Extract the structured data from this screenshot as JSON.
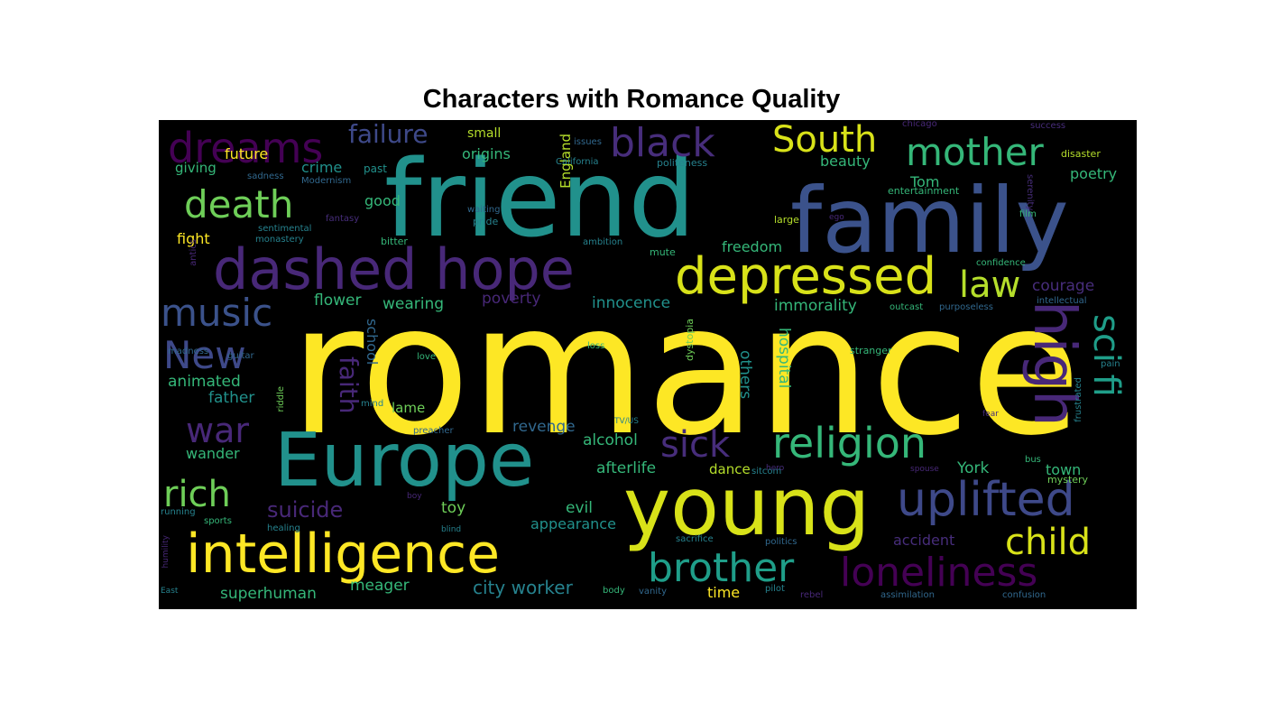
{
  "chart_data": {
    "type": "wordcloud",
    "title": "Characters with Romance Quality",
    "colormap": "viridis",
    "background": "#000000",
    "words": [
      {
        "text": "romance",
        "weight": 1.0,
        "color": "#fde725"
      },
      {
        "text": "friend",
        "weight": 0.72,
        "color": "#21918c"
      },
      {
        "text": "family",
        "weight": 0.68,
        "color": "#3b528b"
      },
      {
        "text": "Europe",
        "weight": 0.6,
        "color": "#21918c"
      },
      {
        "text": "young",
        "weight": 0.58,
        "color": "#d8e219"
      },
      {
        "text": "dashed hope",
        "weight": 0.48,
        "color": "#482878"
      },
      {
        "text": "intelligence",
        "weight": 0.45,
        "color": "#fde725"
      },
      {
        "text": "depressed",
        "weight": 0.4,
        "color": "#d8e219"
      },
      {
        "text": "uplifted",
        "weight": 0.38,
        "color": "#3e4989"
      },
      {
        "text": "high",
        "weight": 0.37,
        "color": "#482878"
      },
      {
        "text": "religion",
        "weight": 0.36,
        "color": "#35b779"
      },
      {
        "text": "loneliness",
        "weight": 0.34,
        "color": "#440154"
      },
      {
        "text": "brother",
        "weight": 0.34,
        "color": "#1f9e89"
      },
      {
        "text": "dreams",
        "weight": 0.33,
        "color": "#440154"
      },
      {
        "text": "black",
        "weight": 0.33,
        "color": "#472d7b"
      },
      {
        "text": "mother",
        "weight": 0.32,
        "color": "#35b779"
      },
      {
        "text": "death",
        "weight": 0.31,
        "color": "#6ece58"
      },
      {
        "text": "South",
        "weight": 0.3,
        "color": "#d8e219"
      },
      {
        "text": "child",
        "weight": 0.29,
        "color": "#d8e219"
      },
      {
        "text": "sci fi",
        "weight": 0.29,
        "color": "#1f9e89"
      },
      {
        "text": "New",
        "weight": 0.29,
        "color": "#3e4989"
      },
      {
        "text": "music",
        "weight": 0.28,
        "color": "#3b528b"
      },
      {
        "text": "sick",
        "weight": 0.28,
        "color": "#472d7b"
      },
      {
        "text": "rich",
        "weight": 0.27,
        "color": "#6ece58"
      },
      {
        "text": "law",
        "weight": 0.26,
        "color": "#b5de2b"
      },
      {
        "text": "war",
        "weight": 0.25,
        "color": "#482878"
      },
      {
        "text": "failure",
        "weight": 0.2,
        "color": "#3e4989"
      },
      {
        "text": "faith",
        "weight": 0.2,
        "color": "#482878"
      },
      {
        "text": "suicide",
        "weight": 0.17,
        "color": "#482878"
      },
      {
        "text": "city worker",
        "weight": 0.16,
        "color": "#26828e"
      },
      {
        "text": "hospital",
        "weight": 0.14,
        "color": "#35b779"
      },
      {
        "text": "animated",
        "weight": 0.13,
        "color": "#35b779"
      },
      {
        "text": "father",
        "weight": 0.13,
        "color": "#21918c"
      },
      {
        "text": "revenge",
        "weight": 0.13,
        "color": "#31688e"
      },
      {
        "text": "alcohol",
        "weight": 0.13,
        "color": "#35b779"
      },
      {
        "text": "afterlife",
        "weight": 0.13,
        "color": "#35b779"
      },
      {
        "text": "dance",
        "weight": 0.12,
        "color": "#b5de2b"
      },
      {
        "text": "York",
        "weight": 0.13,
        "color": "#35b779"
      },
      {
        "text": "innocence",
        "weight": 0.13,
        "color": "#21918c"
      },
      {
        "text": "immorality",
        "weight": 0.13,
        "color": "#35b779"
      },
      {
        "text": "poverty",
        "weight": 0.13,
        "color": "#482878"
      },
      {
        "text": "wearing",
        "weight": 0.12,
        "color": "#35b779"
      },
      {
        "text": "flower",
        "weight": 0.12,
        "color": "#35b779"
      },
      {
        "text": "courage",
        "weight": 0.12,
        "color": "#472d7b"
      },
      {
        "text": "others",
        "weight": 0.12,
        "color": "#21918c"
      },
      {
        "text": "school",
        "weight": 0.12,
        "color": "#31688e"
      },
      {
        "text": "superhuman",
        "weight": 0.12,
        "color": "#35b779"
      },
      {
        "text": "meager",
        "weight": 0.12,
        "color": "#35b779"
      },
      {
        "text": "time",
        "weight": 0.12,
        "color": "#fde725"
      },
      {
        "text": "toy",
        "weight": 0.12,
        "color": "#6ece58"
      },
      {
        "text": "evil",
        "weight": 0.12,
        "color": "#35b779"
      },
      {
        "text": "appearance",
        "weight": 0.12,
        "color": "#21918c"
      },
      {
        "text": "accident",
        "weight": 0.12,
        "color": "#472d7b"
      },
      {
        "text": "town",
        "weight": 0.12,
        "color": "#35b779"
      },
      {
        "text": "wander",
        "weight": 0.12,
        "color": "#35b779"
      },
      {
        "text": "lame",
        "weight": 0.11,
        "color": "#6ece58"
      },
      {
        "text": "freedom",
        "weight": 0.12,
        "color": "#35b779"
      },
      {
        "text": "beauty",
        "weight": 0.12,
        "color": "#35b779"
      },
      {
        "text": "poetry",
        "weight": 0.12,
        "color": "#35b779"
      },
      {
        "text": "Tom",
        "weight": 0.12,
        "color": "#35b779"
      },
      {
        "text": "good",
        "weight": 0.12,
        "color": "#35b779"
      },
      {
        "text": "origins",
        "weight": 0.12,
        "color": "#35b779"
      },
      {
        "text": "future",
        "weight": 0.11,
        "color": "#fde725"
      },
      {
        "text": "crime",
        "weight": 0.11,
        "color": "#21918c"
      },
      {
        "text": "giving",
        "weight": 0.11,
        "color": "#35b779"
      },
      {
        "text": "fight",
        "weight": 0.11,
        "color": "#fde725"
      },
      {
        "text": "small",
        "weight": 0.11,
        "color": "#b5de2b"
      },
      {
        "text": "England",
        "weight": 0.11,
        "color": "#b5de2b"
      },
      {
        "text": "past",
        "weight": 0.09,
        "color": "#21918c"
      },
      {
        "text": "sadness",
        "weight": 0.08,
        "color": "#31688e"
      },
      {
        "text": "Modernism",
        "weight": 0.08,
        "color": "#31688e"
      },
      {
        "text": "sentimental",
        "weight": 0.08,
        "color": "#26828e"
      },
      {
        "text": "monastery",
        "weight": 0.08,
        "color": "#26828e"
      },
      {
        "text": "fantasy",
        "weight": 0.08,
        "color": "#472d7b"
      },
      {
        "text": "pride",
        "weight": 0.09,
        "color": "#26828e"
      },
      {
        "text": "waiting",
        "weight": 0.08,
        "color": "#31688e"
      },
      {
        "text": "bitter",
        "weight": 0.08,
        "color": "#35b779"
      },
      {
        "text": "ambition",
        "weight": 0.08,
        "color": "#26828e"
      },
      {
        "text": "mute",
        "weight": 0.08,
        "color": "#35b779"
      },
      {
        "text": "large",
        "weight": 0.08,
        "color": "#b5de2b"
      },
      {
        "text": "ego",
        "weight": 0.07,
        "color": "#482878"
      },
      {
        "text": "entertainment",
        "weight": 0.08,
        "color": "#35b779"
      },
      {
        "text": "film",
        "weight": 0.08,
        "color": "#35b779"
      },
      {
        "text": "serenity",
        "weight": 0.07,
        "color": "#472d7b"
      },
      {
        "text": "disaster",
        "weight": 0.08,
        "color": "#b5de2b"
      },
      {
        "text": "success",
        "weight": 0.07,
        "color": "#472d7b"
      },
      {
        "text": "chicago",
        "weight": 0.07,
        "color": "#482878"
      },
      {
        "text": "politeness",
        "weight": 0.08,
        "color": "#26828e"
      },
      {
        "text": "California",
        "weight": 0.08,
        "color": "#26828e"
      },
      {
        "text": "issues",
        "weight": 0.07,
        "color": "#31688e"
      },
      {
        "text": "confidence",
        "weight": 0.08,
        "color": "#35b779"
      },
      {
        "text": "intellectual",
        "weight": 0.08,
        "color": "#31688e"
      },
      {
        "text": "outcast",
        "weight": 0.08,
        "color": "#35b779"
      },
      {
        "text": "purposeless",
        "weight": 0.08,
        "color": "#31688e"
      },
      {
        "text": "loss",
        "weight": 0.08,
        "color": "#35b779"
      },
      {
        "text": "love",
        "weight": 0.08,
        "color": "#35b779"
      },
      {
        "text": "dystopia",
        "weight": 0.08,
        "color": "#6ece58"
      },
      {
        "text": "stranger",
        "weight": 0.08,
        "color": "#35b779"
      },
      {
        "text": "pain",
        "weight": 0.08,
        "color": "#26828e"
      },
      {
        "text": "frustrated",
        "weight": 0.08,
        "color": "#26828e"
      },
      {
        "text": "bus",
        "weight": 0.07,
        "color": "#35b779"
      },
      {
        "text": "mystery",
        "weight": 0.08,
        "color": "#6ece58"
      },
      {
        "text": "sitcom",
        "weight": 0.08,
        "color": "#26828e"
      },
      {
        "text": "hero",
        "weight": 0.07,
        "color": "#472d7b"
      },
      {
        "text": "spouse",
        "weight": 0.07,
        "color": "#482878"
      },
      {
        "text": "fear",
        "weight": 0.07,
        "color": "#472d7b"
      },
      {
        "text": "TV/US",
        "weight": 0.07,
        "color": "#26828e"
      },
      {
        "text": "preacher",
        "weight": 0.07,
        "color": "#31688e"
      },
      {
        "text": "mind",
        "weight": 0.07,
        "color": "#26828e"
      },
      {
        "text": "riddle",
        "weight": 0.07,
        "color": "#6ece58"
      },
      {
        "text": "guitar",
        "weight": 0.07,
        "color": "#31688e"
      },
      {
        "text": "madness",
        "weight": 0.07,
        "color": "#31688e"
      },
      {
        "text": "antics",
        "weight": 0.07,
        "color": "#482878"
      },
      {
        "text": "running",
        "weight": 0.07,
        "color": "#26828e"
      },
      {
        "text": "sports",
        "weight": 0.08,
        "color": "#35b779"
      },
      {
        "text": "healing",
        "weight": 0.07,
        "color": "#26828e"
      },
      {
        "text": "blind",
        "weight": 0.07,
        "color": "#26828e"
      },
      {
        "text": "boy",
        "weight": 0.07,
        "color": "#482878"
      },
      {
        "text": "humility",
        "weight": 0.07,
        "color": "#482878"
      },
      {
        "text": "East",
        "weight": 0.07,
        "color": "#26828e"
      },
      {
        "text": "sacrifice",
        "weight": 0.07,
        "color": "#26828e"
      },
      {
        "text": "politics",
        "weight": 0.07,
        "color": "#31688e"
      },
      {
        "text": "body",
        "weight": 0.07,
        "color": "#35b779"
      },
      {
        "text": "vanity",
        "weight": 0.07,
        "color": "#31688e"
      },
      {
        "text": "pilot",
        "weight": 0.07,
        "color": "#26828e"
      },
      {
        "text": "rebel",
        "weight": 0.07,
        "color": "#482878"
      },
      {
        "text": "assimilation",
        "weight": 0.07,
        "color": "#31688e"
      },
      {
        "text": "confusion",
        "weight": 0.07,
        "color": "#31688e"
      }
    ]
  }
}
